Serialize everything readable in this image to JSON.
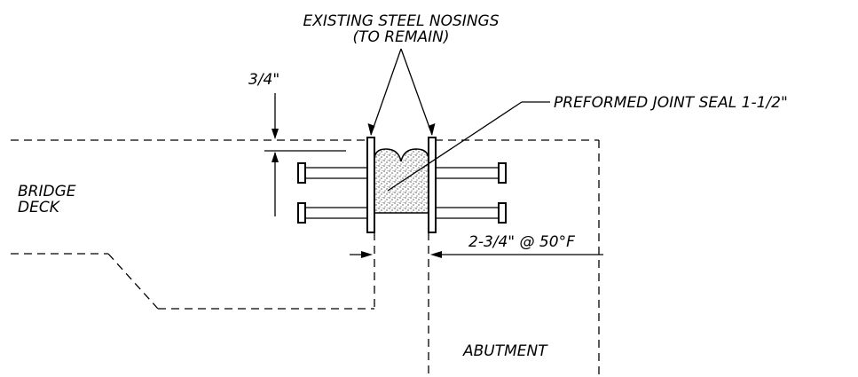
{
  "labels": {
    "nosings_line1": "EXISTING STEEL NOSINGS",
    "nosings_line2": "(TO REMAIN)",
    "recess": "3/4\"",
    "seal": "PREFORMED JOINT SEAL 1-1/2\"",
    "deck_line1": "BRIDGE",
    "deck_line2": "DECK",
    "gap": "2-3/4\" @ 50°F",
    "abutment": "ABUTMENT"
  }
}
